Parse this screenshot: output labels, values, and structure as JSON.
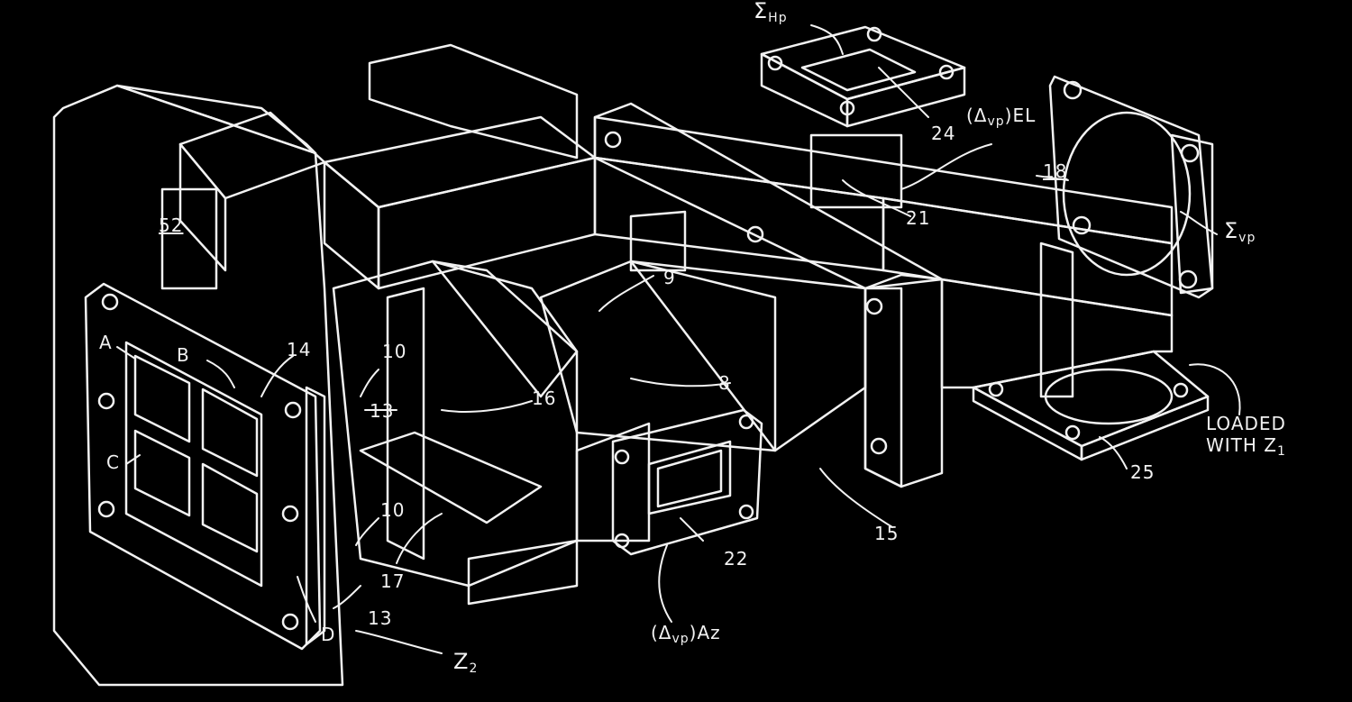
{
  "labels": {
    "sigma_hp": "Σ",
    "sigma_hp_sub": "Hp",
    "l24": "24",
    "delta_el": "(Δ",
    "delta_el_sub": "vp",
    "delta_el_tail": ")EL",
    "l18": "18",
    "l21": "21",
    "sigma_vp": "Σ",
    "sigma_vp_sub": "vp",
    "l52": "52",
    "l9": "9",
    "lA": "A",
    "lB": "B",
    "l14": "14",
    "l10_top": "10",
    "l13_top": "13",
    "l16": "16",
    "l8": "8",
    "lC": "C",
    "loaded_1": "LOADED",
    "loaded_2": "WITH Z",
    "loaded_2_sub": "1",
    "l25": "25",
    "l10_mid": "10",
    "l17": "17",
    "l22": "22",
    "l15": "15",
    "l13_bot": "13",
    "lD": "D",
    "delta_az": "(Δ",
    "delta_az_sub": "vp",
    "delta_az_tail": ")Az",
    "z2": "Z",
    "z2_sub": "2"
  },
  "colors": {
    "background": "#000000",
    "line": "#f2f2f2"
  }
}
